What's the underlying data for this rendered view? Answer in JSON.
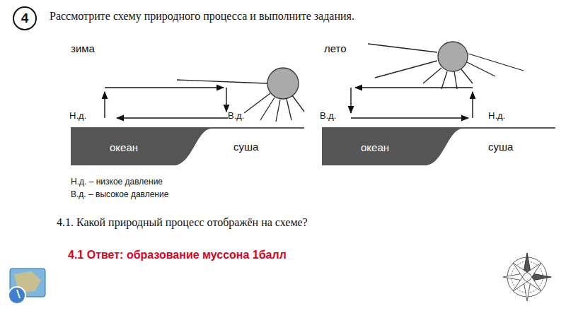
{
  "diagram": {
    "title": "Рассмотрите схему природного процесса и выполните задания.",
    "nodes": [
      {
        "text": [
          "4"
        ]
      },
      {
        "text": [
          "океан"
        ]
      },
      {
        "text": [
          "океан"
        ]
      }
    ],
    "labels": [
      "зима",
      "лето",
      "Н.д.",
      "В.д.",
      "суша",
      "В.д.",
      "Н.д.",
      "суша",
      "Н.д. – низкое давление",
      "В.д. – высокое давление",
      "4.1. Какой природный процесс отображён на схеме?",
      "4.1 Ответ: образование муссона 1балл"
    ]
  }
}
